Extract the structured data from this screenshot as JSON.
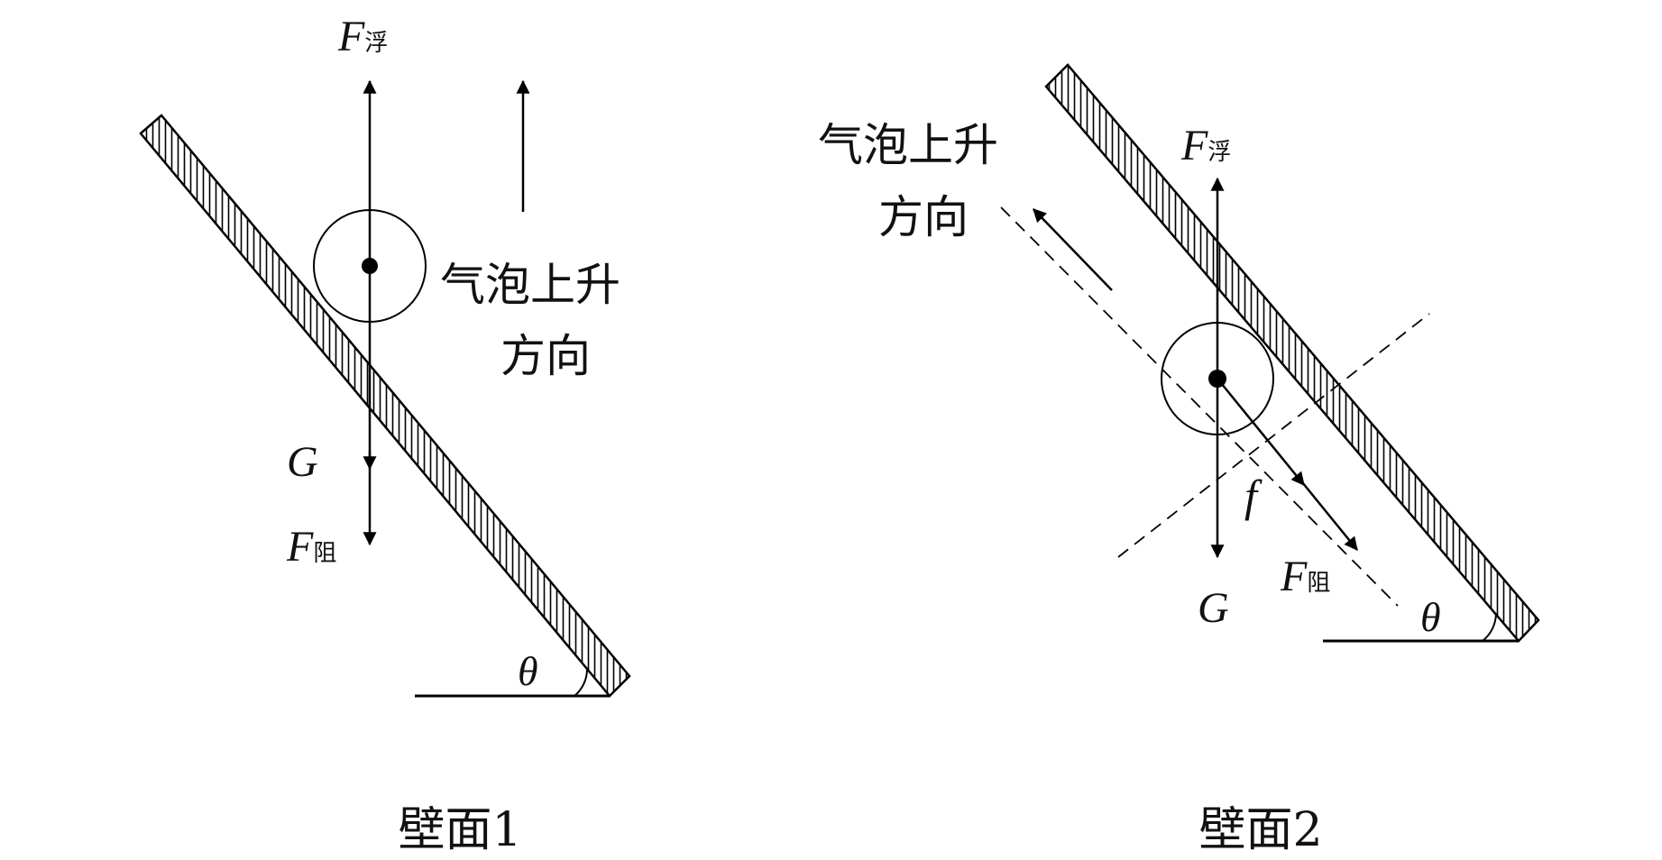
{
  "figure": {
    "wall1": {
      "labels": {
        "buoyancy_main": "F",
        "buoyancy_sub": "浮",
        "gravity": "G",
        "drag_main": "F",
        "drag_sub": "阻",
        "angle": "θ",
        "rise_line1": "气泡上升",
        "rise_line2": "方向"
      },
      "caption": "壁面1"
    },
    "wall2": {
      "labels": {
        "buoyancy_main": "F",
        "buoyancy_sub": "浮",
        "gravity": "G",
        "drag_main": "F",
        "drag_sub": "阻",
        "friction": "f",
        "angle": "θ",
        "rise_line1": "气泡上升",
        "rise_line2": "方向"
      },
      "caption": "壁面2"
    }
  }
}
